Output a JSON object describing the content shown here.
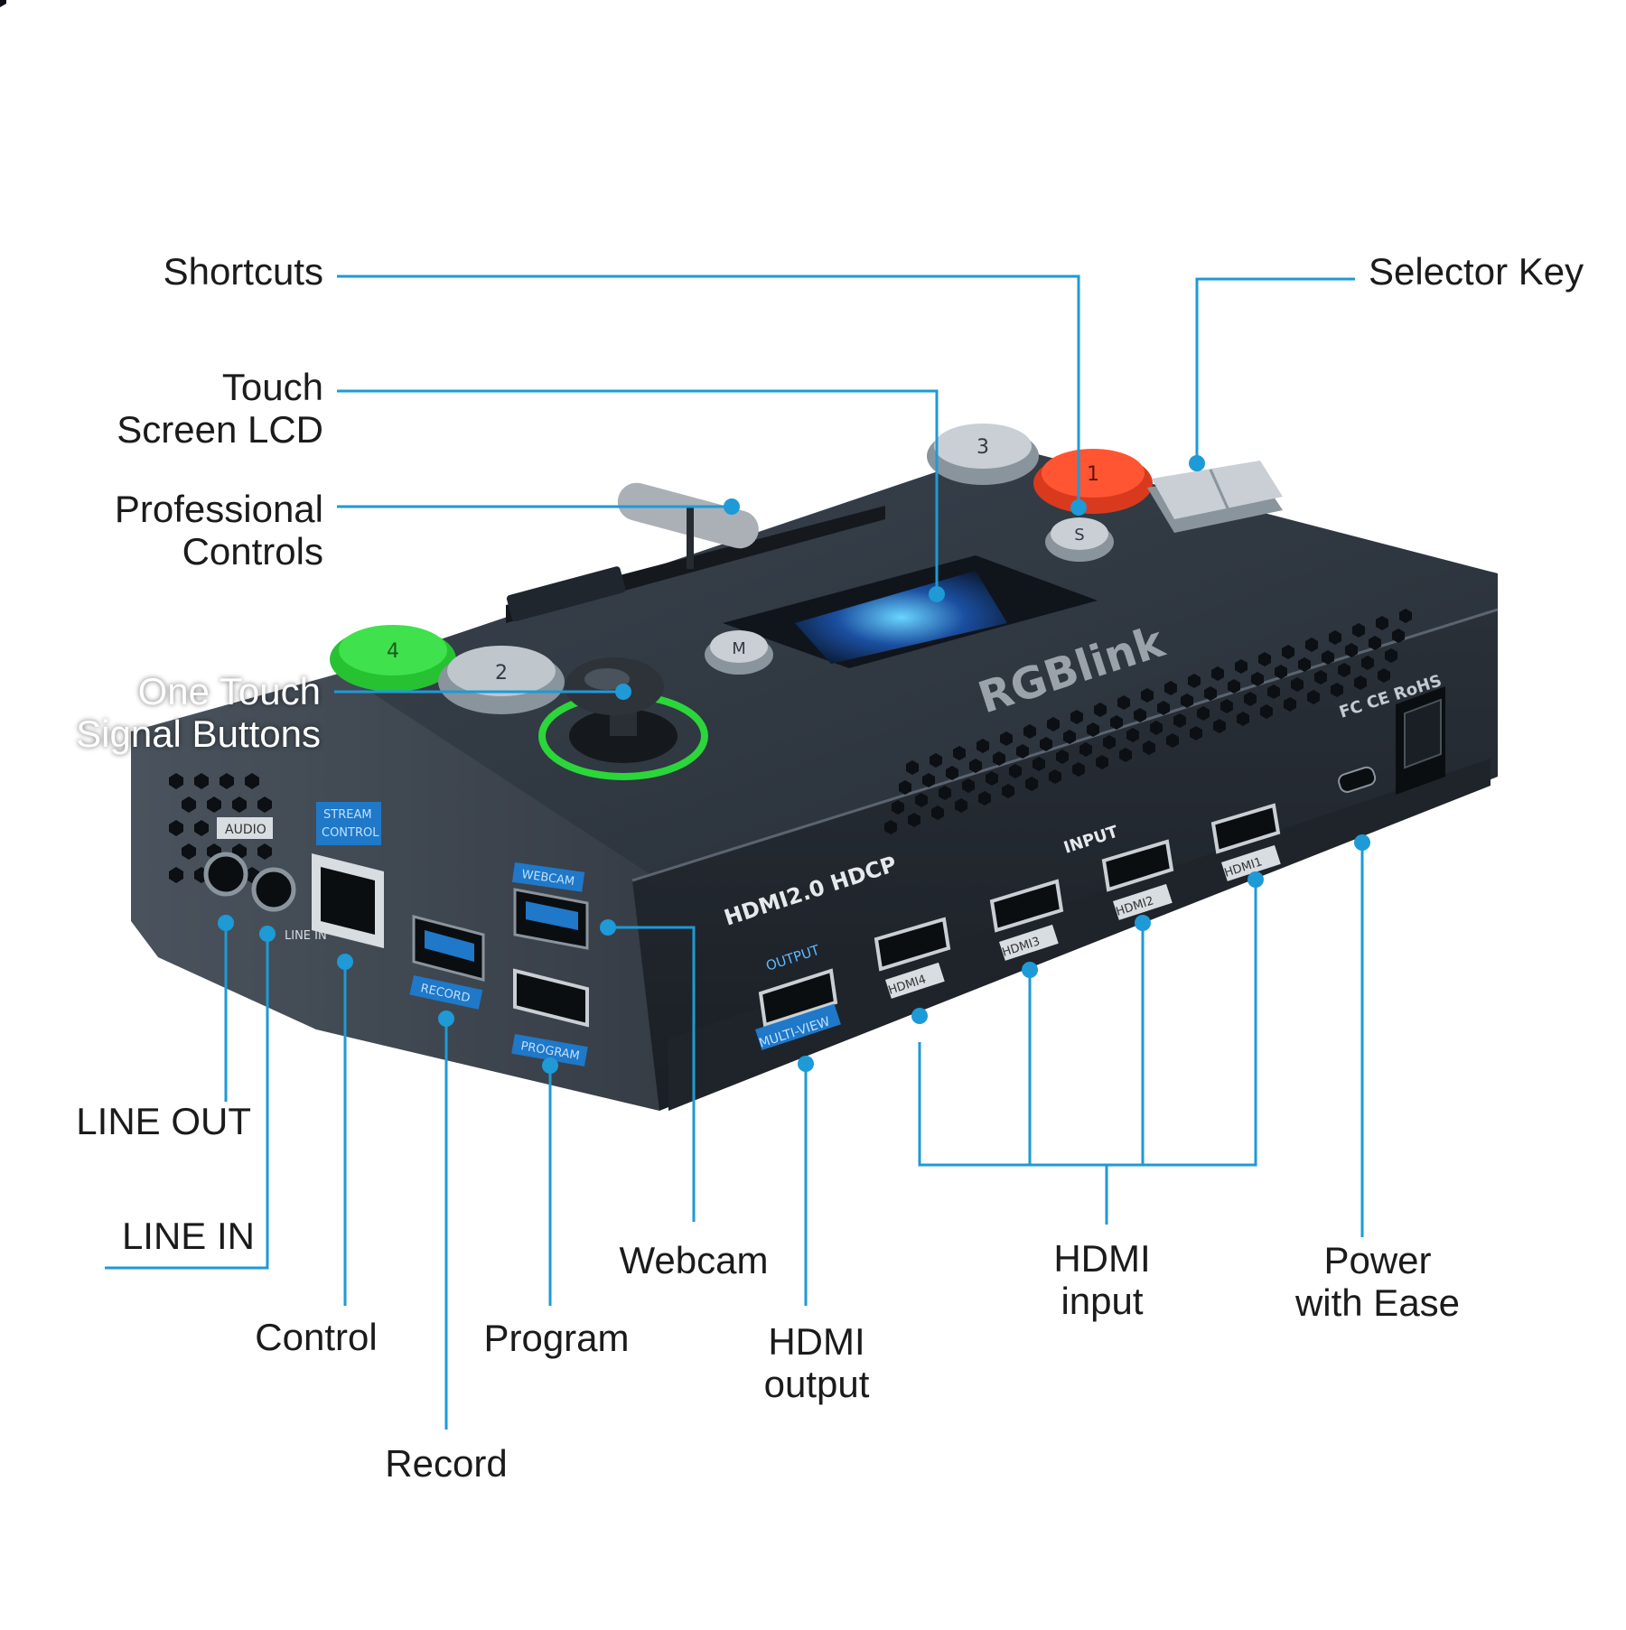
{
  "callouts": {
    "shortcuts": "Shortcuts",
    "selector_key": "Selector Key",
    "touch_screen_lcd": [
      "Touch",
      "Screen LCD"
    ],
    "professional_controls": [
      "Professional",
      "Controls"
    ],
    "one_touch_signal_buttons": [
      "One Touch",
      "Signal Buttons"
    ],
    "line_out": "LINE OUT",
    "line_in": "LINE IN",
    "control": "Control",
    "record": "Record",
    "program": "Program",
    "webcam": "Webcam",
    "hdmi_output": [
      "HDMI",
      "output"
    ],
    "hdmi_input": [
      "HDMI",
      "input"
    ],
    "power": [
      "Power",
      "with Ease"
    ]
  },
  "device": {
    "brand": "RGBlink",
    "spec": "HDMI2.0 HDCP",
    "input_label": "INPUT",
    "output_label": "OUTPUT",
    "multiview": "MULTI-VIEW",
    "audio": "AUDIO",
    "line_in": "LINE IN",
    "stream_control": [
      "STREAM",
      "CONTROL"
    ],
    "webcam": "WEBCAM",
    "record": "RECORD",
    "program": "PROGRAM",
    "hdmi_ports": [
      "HDMI4",
      "HDMI3",
      "HDMI2",
      "HDMI1"
    ],
    "certs": "FC CE RoHS",
    "buttons": [
      "4",
      "2",
      "M",
      "3",
      "1",
      "S"
    ],
    "accent_green": "#2bd63a",
    "accent_red": "#ff4a2a",
    "leader_blue": "#1e9ad6"
  }
}
